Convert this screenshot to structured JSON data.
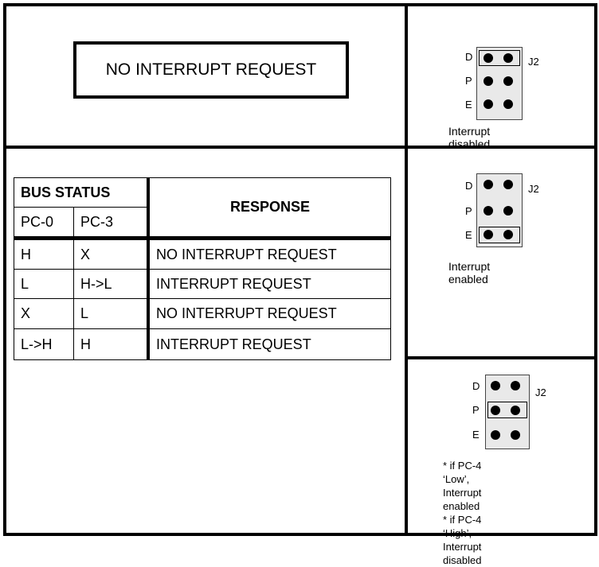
{
  "top_box": {
    "text": "NO INTERRUPT REQUEST"
  },
  "table": {
    "bus_status": "BUS STATUS",
    "response_header": "RESPONSE",
    "col_pc0": "PC-0",
    "col_pc3": "PC-3",
    "rows": [
      {
        "pc0": "H",
        "pc3": "X",
        "response": "NO INTERRUPT REQUEST"
      },
      {
        "pc0": "L",
        "pc3": "H->L",
        "response": "INTERRUPT REQUEST"
      },
      {
        "pc0": "X",
        "pc3": "L",
        "response": "NO INTERRUPT REQUEST"
      },
      {
        "pc0": "L->H",
        "pc3": "H",
        "response": "INTERRUPT REQUEST"
      }
    ]
  },
  "jumpers": [
    {
      "labels": [
        "D",
        "P",
        "E"
      ],
      "name": "J2",
      "selected": "D",
      "caption": "Interrupt disabled"
    },
    {
      "labels": [
        "D",
        "P",
        "E"
      ],
      "name": "J2",
      "selected": "E",
      "caption": "Interrupt enabled"
    },
    {
      "labels": [
        "D",
        "P",
        "E"
      ],
      "name": "J2",
      "selected": "P",
      "notes": [
        "* if PC-4 ‘Low’,",
        "Interrupt enabled",
        "* if PC-4 ‘High’,",
        "Interrupt disabled"
      ]
    }
  ]
}
